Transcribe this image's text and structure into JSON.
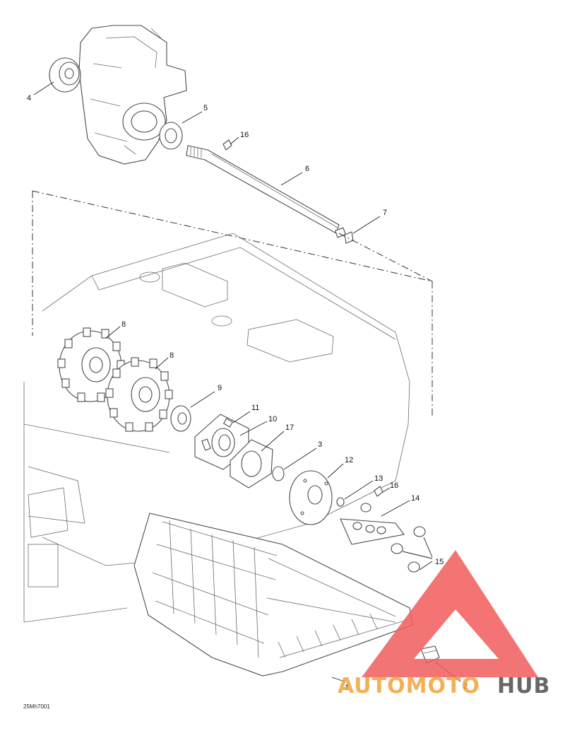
{
  "callouts": [
    {
      "id": "c4",
      "label": "4"
    },
    {
      "id": "c5",
      "label": "5"
    },
    {
      "id": "c16a",
      "label": "16"
    },
    {
      "id": "c6",
      "label": "6"
    },
    {
      "id": "c7",
      "label": "7"
    },
    {
      "id": "c8a",
      "label": "8"
    },
    {
      "id": "c8b",
      "label": "8"
    },
    {
      "id": "c9",
      "label": "9"
    },
    {
      "id": "c11",
      "label": "11"
    },
    {
      "id": "c10",
      "label": "10"
    },
    {
      "id": "c17",
      "label": "17"
    },
    {
      "id": "c3",
      "label": "3"
    },
    {
      "id": "c12",
      "label": "12"
    },
    {
      "id": "c13",
      "label": "13"
    },
    {
      "id": "c16b",
      "label": "16"
    },
    {
      "id": "c14",
      "label": "14"
    },
    {
      "id": "c15",
      "label": "15"
    },
    {
      "id": "c1",
      "label": "1"
    },
    {
      "id": "c2",
      "label": "2"
    }
  ],
  "drawing_ref": "25Mh7001",
  "watermark": {
    "part1": "AUTOMOTO",
    "part2": "HUB",
    "color_part1": "#f3a33a",
    "color_part2": "#4d4d4d",
    "triangle_color": "#f25c5c"
  }
}
